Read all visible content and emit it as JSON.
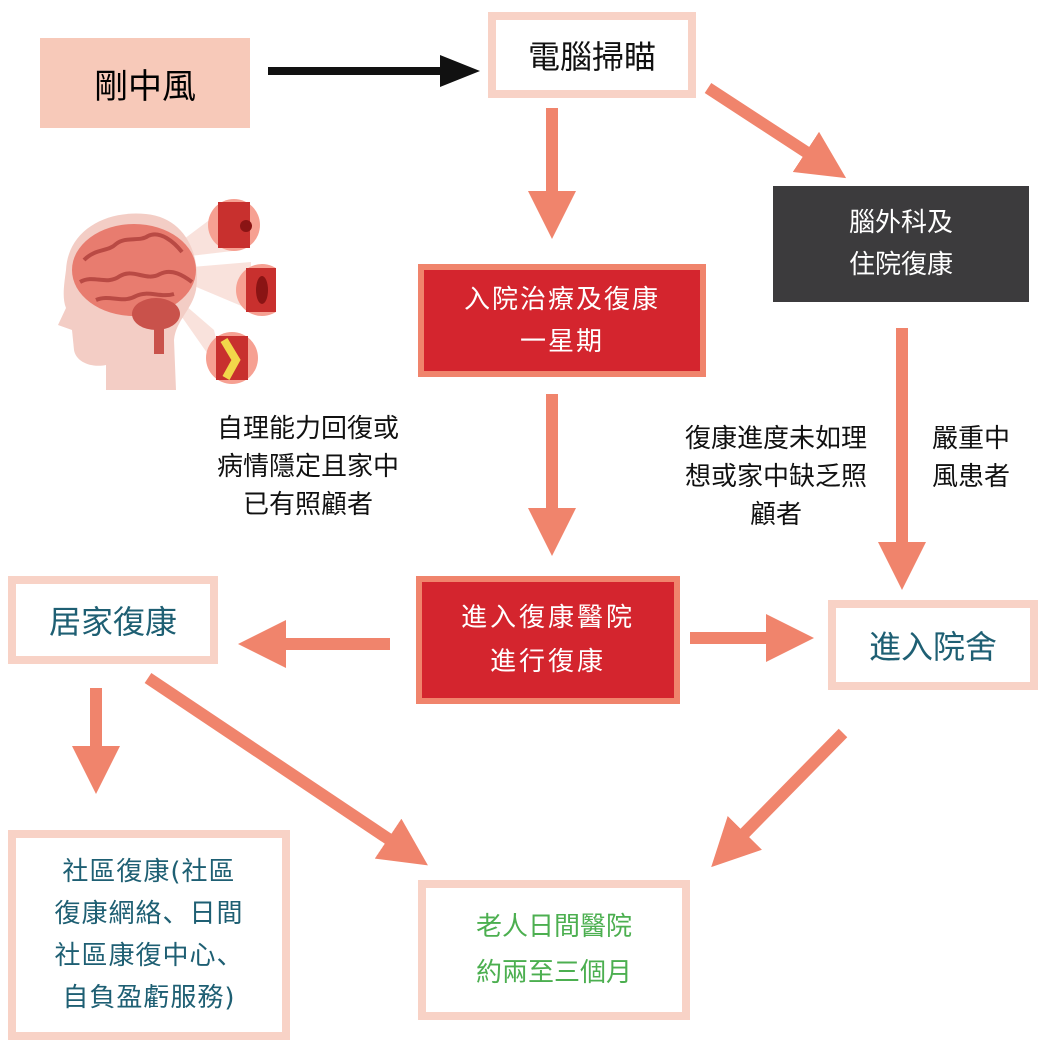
{
  "nodes": {
    "stroke": "剛中風",
    "ct_scan": "電腦掃瞄",
    "hospital_week": "入院治療及復康\n一星期",
    "neurosurgery": "腦外科及\n住院復康",
    "rehab_hospital": "進入復康醫院\n進行復康",
    "home_rehab": "居家復康",
    "care_home": "進入院舍",
    "community_rehab": "社區復康(社區\n復康網絡、日間\n社區康復中心、\n自負盈虧服務)",
    "day_hospital": "老人日間醫院\n約兩至三個月"
  },
  "labels": {
    "self_care": "自理能力回復或\n病情隱定且家中\n已有照顧者",
    "not_ideal": "復康進度未如理\n想或家中缺乏照\n顧者",
    "severe": "嚴重中\n風患者"
  },
  "colors": {
    "arrow": "#f0846c",
    "red_box": "#d4252e",
    "dark_box": "#3c3b3d",
    "teal_text": "#1e5f73",
    "green_text": "#4caf50",
    "pink_fill": "#f7c9b9",
    "pink_border": "#f8d2c6"
  },
  "illustration": "brain-head-icon"
}
